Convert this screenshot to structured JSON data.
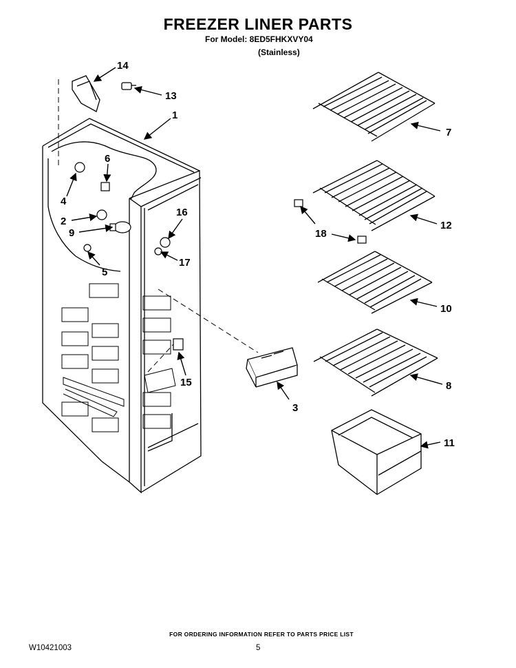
{
  "header": {
    "title": "FREEZER LINER PARTS",
    "model": "For Model: 8ED5FHKXVY04",
    "variant": "(Stainless)"
  },
  "callouts": [
    {
      "id": "c1",
      "label": "1"
    },
    {
      "id": "c2",
      "label": "2"
    },
    {
      "id": "c3",
      "label": "3"
    },
    {
      "id": "c4",
      "label": "4"
    },
    {
      "id": "c5",
      "label": "5"
    },
    {
      "id": "c6",
      "label": "6"
    },
    {
      "id": "c7",
      "label": "7"
    },
    {
      "id": "c8",
      "label": "8"
    },
    {
      "id": "c9",
      "label": "9"
    },
    {
      "id": "c10",
      "label": "10"
    },
    {
      "id": "c11",
      "label": "11"
    },
    {
      "id": "c12",
      "label": "12"
    },
    {
      "id": "c13",
      "label": "13"
    },
    {
      "id": "c14",
      "label": "14"
    },
    {
      "id": "c15",
      "label": "15"
    },
    {
      "id": "c16",
      "label": "16"
    },
    {
      "id": "c17",
      "label": "17"
    },
    {
      "id": "c18",
      "label": "18"
    }
  ],
  "footer": {
    "ordering_note": "FOR ORDERING INFORMATION REFER TO PARTS PRICE LIST",
    "document_number": "W10421003",
    "page_number": "5"
  }
}
